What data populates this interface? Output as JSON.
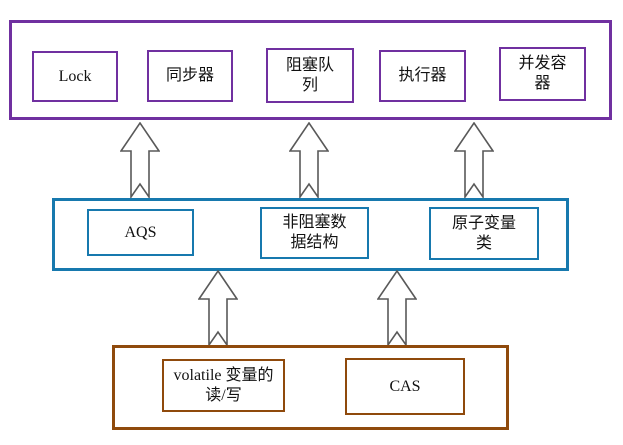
{
  "diagram": {
    "type": "layered-architecture",
    "background_color": "#ffffff",
    "text_color": "#111111",
    "layers": [
      {
        "name": "top",
        "border_color": "#7030A0",
        "boxes": [
          {
            "label": "Lock"
          },
          {
            "label": "同步器"
          },
          {
            "label": "阻塞队列"
          },
          {
            "label": "执行器"
          },
          {
            "label": "并发容器"
          }
        ]
      },
      {
        "name": "middle",
        "border_color": "#1779AE",
        "boxes": [
          {
            "label": "AQS"
          },
          {
            "label": "非阻塞数据结构"
          },
          {
            "label": "原子变量类"
          }
        ]
      },
      {
        "name": "bottom",
        "border_color": "#8F4A0C",
        "boxes": [
          {
            "label": "volatile 变量的读/写"
          },
          {
            "label": "CAS"
          }
        ]
      }
    ],
    "arrows": {
      "direction": "up",
      "style": "hollow-block-arrow-notched-tail",
      "outline_color": "#595959",
      "fill_color": "#ffffff",
      "count_middle_to_top": 3,
      "count_bottom_to_middle": 2
    }
  }
}
